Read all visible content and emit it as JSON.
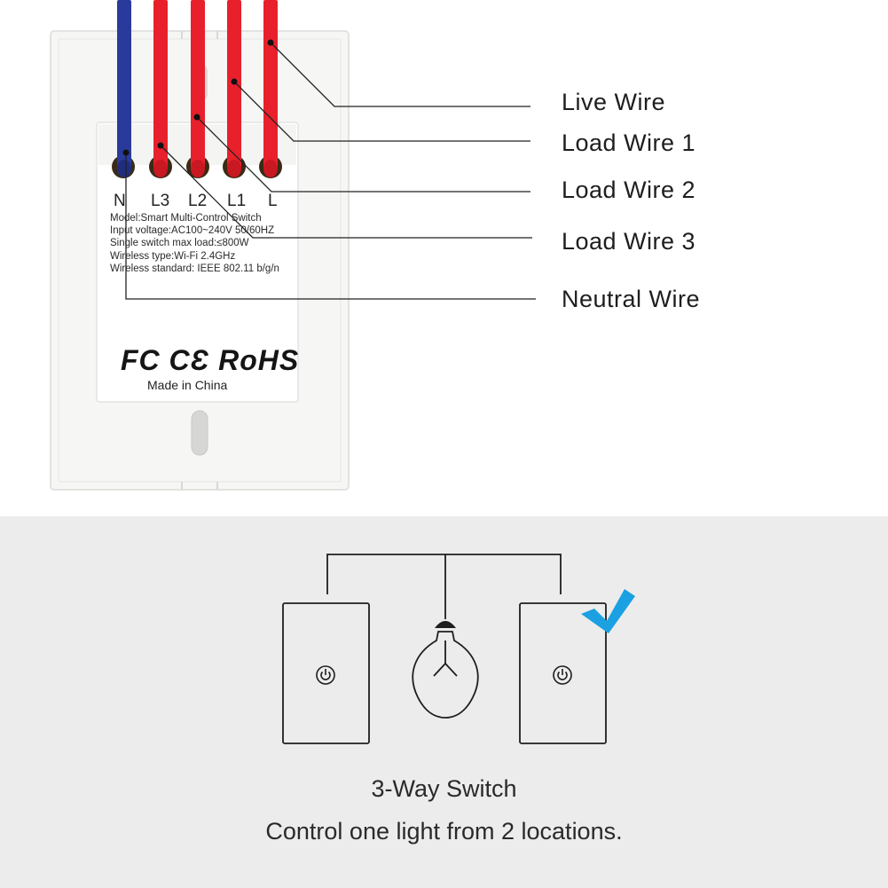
{
  "wire_labels": {
    "live": "Live Wire",
    "load1": "Load Wire 1",
    "load2": "Load Wire 2",
    "load3": "Load Wire 3",
    "neutral": "Neutral Wire"
  },
  "terminals": [
    "N",
    "L3",
    "L2",
    "L1",
    "L"
  ],
  "specs": [
    "Model:Smart Multi-Control Switch",
    "Input voltage:AC100~240V 50/60HZ",
    "Single switch max load:≤800W",
    "Wireless type:Wi-Fi 2.4GHz",
    "Wireless standard: IEEE 802.11 b/g/n"
  ],
  "certifications": "FC CƐ RoHS",
  "made_in": "Made in China",
  "caption": {
    "title": "3-Way Switch",
    "subtitle": "Control one light from 2 locations."
  },
  "colors": {
    "neutral_wire": "#2a3a9c",
    "live_wire": "#e8202c",
    "check": "#1ba1e2",
    "bottom_bg": "#ececec"
  },
  "icons": [
    "power-icon",
    "light-bulb-icon",
    "checkmark-icon"
  ]
}
